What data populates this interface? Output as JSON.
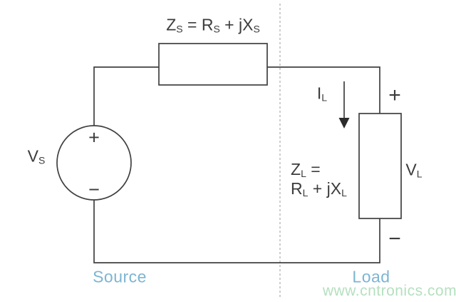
{
  "diagram": {
    "source_impedance_label": {
      "p1": "Z",
      "s1": "S",
      "p2": " = R",
      "s2": "S",
      "p3": " + jX",
      "s3": "S"
    },
    "source_voltage_label": {
      "p": "V",
      "s": "S"
    },
    "load_current_label": {
      "p": "I",
      "s": "L"
    },
    "load_impedance_label": {
      "line1_p1": "Z",
      "line1_s1": "L",
      "line1_p2": " =",
      "line2_p1": "R",
      "line2_s1": "L",
      "line2_p2": " + jX",
      "line2_s2": "L"
    },
    "load_voltage_label": {
      "p": "V",
      "s": "L"
    },
    "polarity": {
      "source_plus": "+",
      "source_minus": "−",
      "load_plus": "+",
      "load_minus": "−"
    }
  },
  "sections": {
    "source": "Source",
    "load": "Load"
  },
  "watermark": "www.cntronics.com",
  "colors": {
    "wire": "#404040",
    "section_label": "#7db5d2",
    "watermark": "#b5e0bf",
    "divider": "#b8b8b8",
    "background": "#ffffff"
  }
}
